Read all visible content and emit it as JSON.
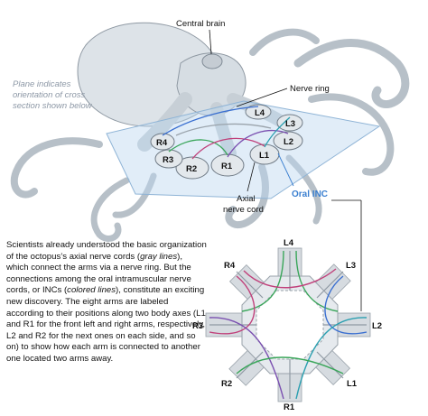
{
  "labels": {
    "central_brain": "Central brain",
    "nerve_ring": "Nerve ring",
    "plane_note": [
      "Plane indicates",
      "orientation of cross",
      "section shown below"
    ],
    "axial_nerve_cord": [
      "Axial",
      "nerve cord"
    ],
    "oral_inc": "Oral INC"
  },
  "arms_top": [
    "L4",
    "L3",
    "L2",
    "L1",
    "R1",
    "R2",
    "R3",
    "R4"
  ],
  "arms_cross": [
    "L4",
    "L3",
    "L2",
    "L1",
    "R1",
    "R2",
    "R3",
    "R4"
  ],
  "description": {
    "p1": "Scientists already understood the basic organization of the octopus’s axial nerve cords (",
    "gray_lines": "gray lines",
    "p2": "), which connect the arms via a nerve ring. But the connections among the oral intramuscular nerve cords, or INCs (",
    "colored_lines": "colored lines",
    "p3": "), constitute an exciting new discovery. The eight arms are labeled according to their positions along two body axes (L1 and R1 for the front left and right arms, respectively, L2 and R2 for the next ones on each side, and so on) to show how each arm is connected to another one located two arms away."
  },
  "colors": {
    "oral_inc": "#3a7fd0",
    "inc_green": "#3aa65a",
    "inc_magenta": "#c0407a",
    "inc_purple": "#7a4fb0",
    "inc_blue": "#3a6fd0",
    "inc_teal": "#2a9fb0"
  }
}
